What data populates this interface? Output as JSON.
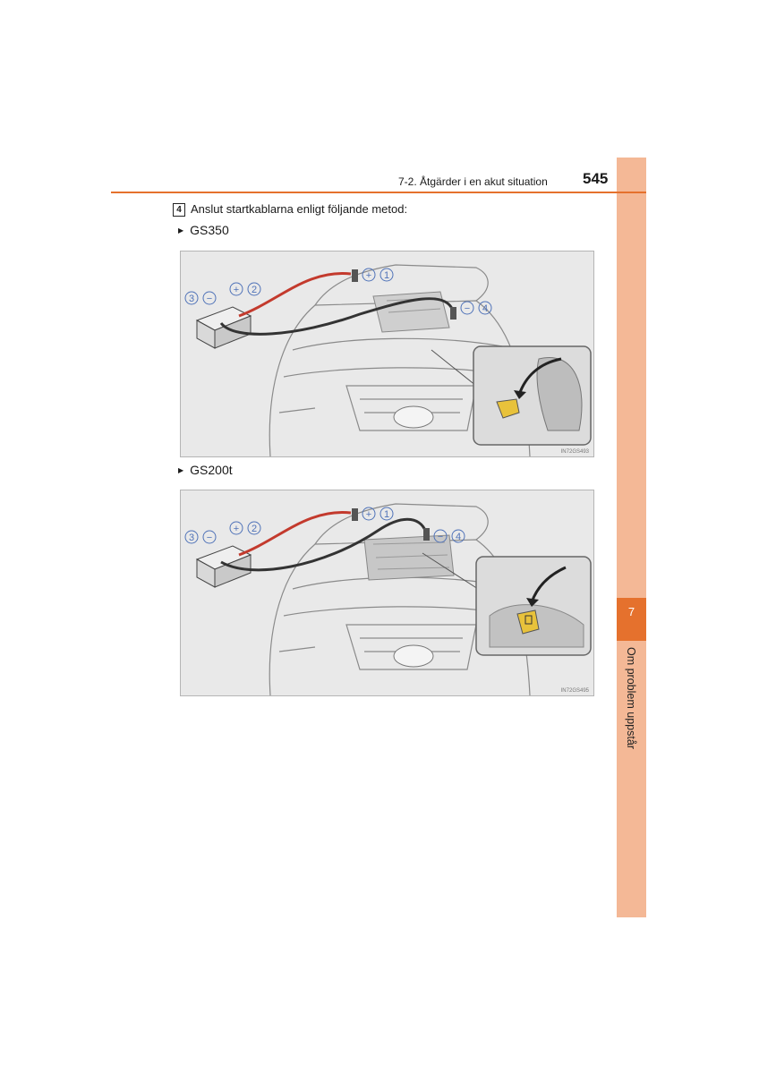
{
  "header": {
    "section_title": "7-2. Åtgärder i en akut situation",
    "page_number": "545"
  },
  "side_tab": {
    "chapter_number": "7",
    "chapter_title": "Om problem uppstår"
  },
  "step": {
    "number": "4",
    "text": "Anslut startkablarna enligt följande metod:"
  },
  "models": [
    {
      "label": "GS350",
      "figure_code": "IN72GS493"
    },
    {
      "label": "GS200t",
      "figure_code": "IN72GS495"
    }
  ],
  "callouts": {
    "plus": "+",
    "minus": "−",
    "c1": "1",
    "c2": "2",
    "c3": "3",
    "c4": "4"
  },
  "colors": {
    "accent_orange": "#e5712d",
    "side_tab": "#f4b896",
    "callout_blue": "#4f72b8",
    "cable_red": "#c33a2d",
    "highlight_yellow": "#e8c23b"
  }
}
